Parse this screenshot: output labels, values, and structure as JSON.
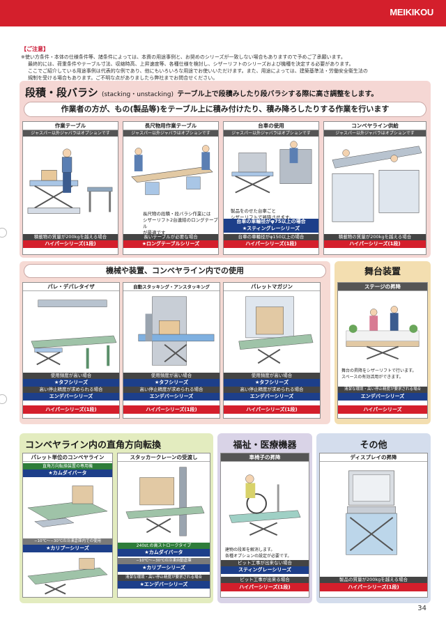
{
  "brand": {
    "logo": "MEIKIKOU"
  },
  "notice": {
    "title": "【ご注意】",
    "lines": [
      "※使い方条件・本体の仕様条件等、諸条件によっては、本資の用途事例と、お奨めのシリーズが一致しない場合もありますので予めご了承願います。",
      "最終的には、荷重条件やテーブル寸法、収縮時高、上昇速度等、各種仕様を検討し、シザーリフトのシリーズおよび機種を決定する必要があります。",
      "ここでご紹介している用途事例は代表的な例であり、他にもいろいろな用途でお使いいただけます。また、用途によっては、建築基準法・労働安全衛生法の",
      "規制を受ける場合もあります。ご不明な点がありましたら弊社までお問合せください。"
    ]
  },
  "stacking": {
    "title": "段積・段バラシ",
    "title_en": "(stacking・unstacking)",
    "title_desc": "テーブル上で段積みしたり段バラシする際に高さ調整をします。",
    "sub": "作業者の方が、もの(製品等)をテーブル上に積み付けたり、積み降ろしたりする作業を行います",
    "cards": [
      {
        "title": "作業テーブル",
        "note": "ジャスパー以外ジャバラはオプションです",
        "bar1": "積載物の質量が200kgを越える場合",
        "bar2": "ハイパーシリーズ(1段)"
      },
      {
        "title": "長尺物用作業テーブル",
        "note": "ジャスパー以外ジャバラはオプションです",
        "text": "長尺物の段積・段バラシ作業には\nシザーリフト2台連結のロングテーブル\nが最適です",
        "bar1": "長いテーブルが必要な場合",
        "bar2": "★ロングテーブルシリーズ"
      },
      {
        "title": "台車の使用",
        "note": "ジャスパー以外ジャバラはオプションです",
        "text": "製品をのせた台車ごと\nシザーリフトで昇降させます。",
        "bar1": "台車の車輪径がφ75以上の場合",
        "bar2": "★スティングレーシリーズ",
        "bar3": "台車の車輪径がφ150以上の場合",
        "bar4": "ハイパーシリーズ(1段)"
      },
      {
        "title": "コンベヤライン供給",
        "note": "ジャスパー以外ジャバラはオプションです",
        "bar1": "積載物の質量が200kgを越える場合",
        "bar2": "ハイパーシリーズ(1段)"
      }
    ]
  },
  "machine": {
    "sub": "機械や装置、コンベヤライン内での使用",
    "cards": [
      {
        "title": "パレ・デパレタイザ",
        "b1": "使用頻度が高い場合",
        "b2": "★タフシリーズ",
        "b3": "高い停止精度が求められる場合",
        "b4": "エンデバーシリーズ",
        "b5": "ハイパーシリーズ(1段)"
      },
      {
        "title": "自動スタッキング・アンスタッキング",
        "b1": "使用頻度が高い場合",
        "b2": "★タフシリーズ",
        "b3": "高い停止精度が求められる場合",
        "b4": "エンデバーシリーズ",
        "b5": "ハイパーシリーズ(1段)"
      },
      {
        "title": "パレットマガジン",
        "b1": "使用頻度が高い場合",
        "b2": "★タフシリーズ",
        "b3": "高い停止精度が求められる場合",
        "b4": "エンデバーシリーズ",
        "b5": "ハイパーシリーズ(1段)"
      }
    ]
  },
  "stage": {
    "title": "舞台装置",
    "card_title": "ステージの昇降",
    "text": "舞台の昇降をシザーリフトで行います。\nスペースの有効活用ができます。",
    "b1": "清潔な環境・高い停止精度が要求される場合",
    "b2": "エンデバーシリーズ",
    "b3": "ハイパーシリーズ"
  },
  "conveyor": {
    "title": "コンベヤライン内の直角方向転換",
    "cards": [
      {
        "title": "パレット単位のコンベヤライン",
        "b1": "直角方向転換装置の専用機",
        "b2": "★カムダイバータ",
        "b3": "−10℃〜−30℃の冷凍倉庫内での使用",
        "b4": "★カリプーシリーズ"
      },
      {
        "title": "スタッカークレーンの受渡し",
        "b1": "240st.の高ストロークタイプ",
        "b2": "★カムダイバータ",
        "b3": "−10℃〜−30℃の冷凍自動倉庫",
        "b4": "★カリプーシリーズ",
        "b5": "清潔な環境・高い停止精度が要求される場合",
        "b6": "★エンデバーシリーズ"
      }
    ]
  },
  "welfare": {
    "title": "福祉・医療機器",
    "card_title": "車椅子の昇降",
    "text": "建物の段差を解消します。\n各種オプションの設定が必要です。",
    "b1": "ピット工事が出来ない場合",
    "b2": "スティングレーシリーズ",
    "b3": "ピット工事が出来る場合",
    "b4": "ハイパーシリーズ(1段)"
  },
  "other": {
    "title": "その他",
    "card_title": "ディスプレイの昇降",
    "b1": "製品の質量が200kgを越える場合",
    "b2": "ハイパーシリーズ(1段)"
  },
  "page": {
    "number": "34"
  }
}
